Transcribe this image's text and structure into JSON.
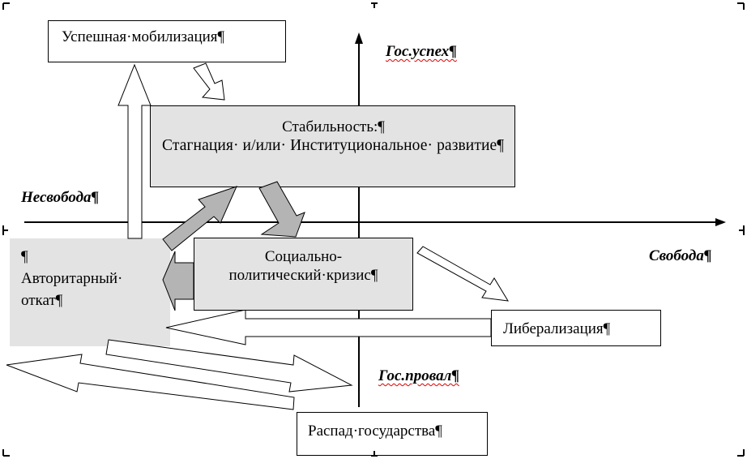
{
  "axes": {
    "top": "Гос.успех¶",
    "bottom": "Гос.провал¶",
    "left": "Несвобода¶",
    "right": "Свобода¶"
  },
  "nodes": {
    "mobilization": "Успешная·мобилизация¶",
    "stability_title": "Стабильность:¶",
    "stability_body": "Стагнация· и/или· Институциональное· развитие¶",
    "authoritarian_mark": "¶",
    "authoritarian_line1": "Авторитарный·",
    "authoritarian_line2": "откат¶",
    "crisis": "Социально-политический·кризис¶",
    "liberalization": "Либерализация¶",
    "collapse": "Распад·государства¶"
  },
  "colors": {
    "grey_box": "#e3e3e3",
    "grey_arrow": "#b4b4b4",
    "spellcheck_underline": "#d00000"
  }
}
